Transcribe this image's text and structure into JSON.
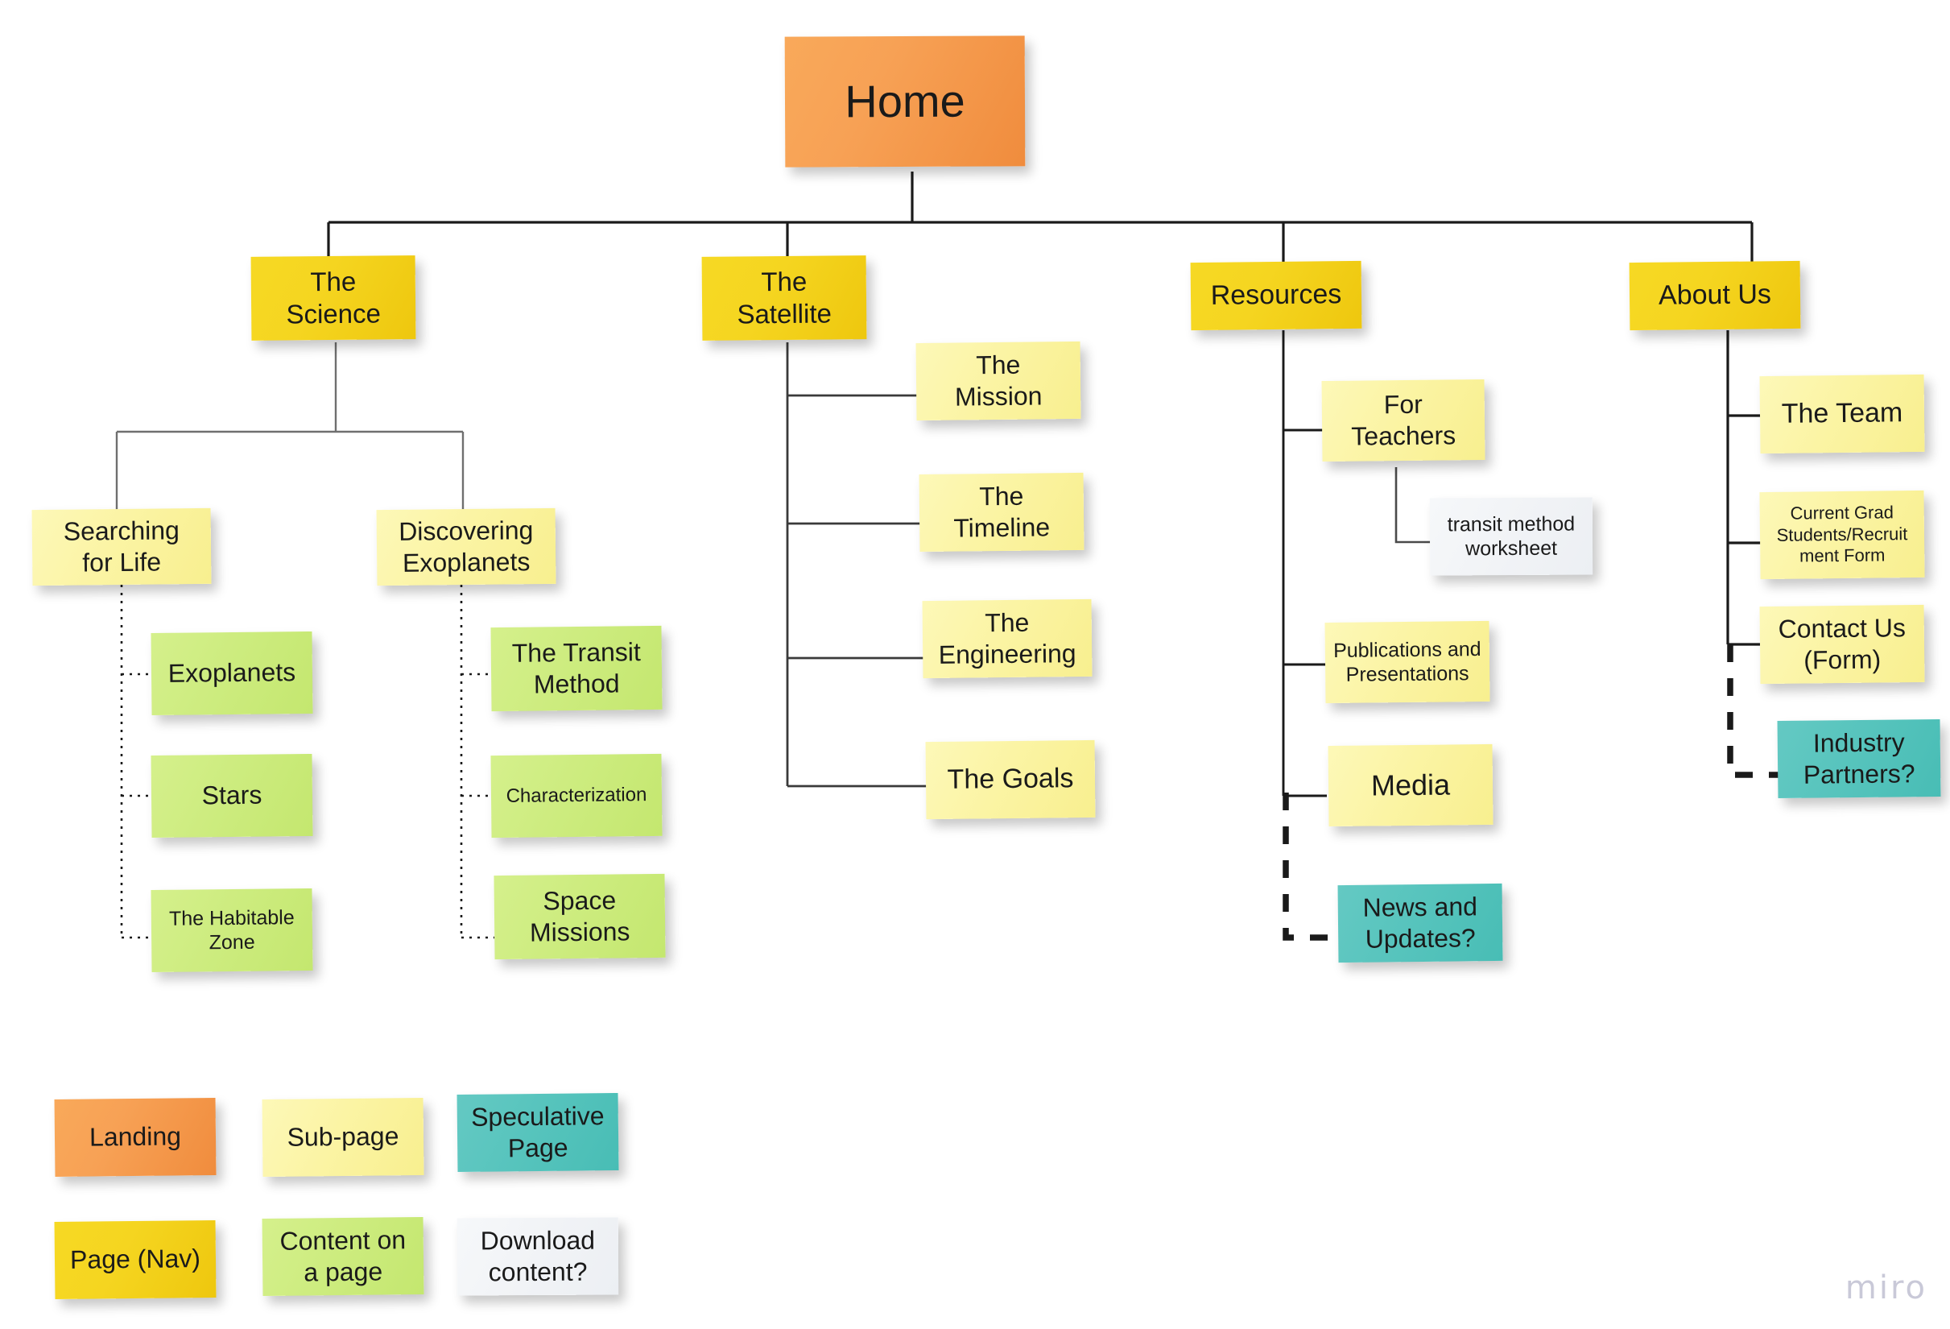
{
  "diagram": {
    "title_root": "Home",
    "watermark": "miro",
    "colors": {
      "landing": "#F7A155",
      "page_nav": "#F5D520",
      "sub_page": "#FBF4A4",
      "content_on_page": "#CDEC7F",
      "speculative": "#57C4BD",
      "download": "#F1F3F6",
      "wire_dark": "#1a1a1a",
      "wire_light": "#6f6f6f"
    }
  },
  "nodes": {
    "home": {
      "label": "Home",
      "type": "landing"
    },
    "the_science": {
      "label": "The\nScience",
      "type": "page_nav"
    },
    "the_satellite": {
      "label": "The\nSatellite",
      "type": "page_nav"
    },
    "resources": {
      "label": "Resources",
      "type": "page_nav"
    },
    "about_us": {
      "label": "About Us",
      "type": "page_nav"
    },
    "searching_for_life": {
      "label": "Searching\nfor Life",
      "type": "sub_page"
    },
    "discovering_exoplanets": {
      "label": "Discovering\nExoplanets",
      "type": "sub_page"
    },
    "exoplanets": {
      "label": "Exoplanets",
      "type": "content_on_page"
    },
    "stars": {
      "label": "Stars",
      "type": "content_on_page"
    },
    "habitable_zone": {
      "label": "The Habitable\nZone",
      "type": "content_on_page"
    },
    "transit_method": {
      "label": "The Transit\nMethod",
      "type": "content_on_page"
    },
    "characterization": {
      "label": "Characterization",
      "type": "content_on_page"
    },
    "space_missions": {
      "label": "Space\nMissions",
      "type": "content_on_page"
    },
    "the_mission": {
      "label": "The\nMission",
      "type": "sub_page"
    },
    "the_timeline": {
      "label": "The\nTimeline",
      "type": "sub_page"
    },
    "the_engineering": {
      "label": "The\nEngineering",
      "type": "sub_page"
    },
    "the_goals": {
      "label": "The Goals",
      "type": "sub_page"
    },
    "for_teachers": {
      "label": "For\nTeachers",
      "type": "sub_page"
    },
    "transit_method_worksheet": {
      "label": "transit method\nworksheet",
      "type": "download"
    },
    "publications_presentations": {
      "label": "Publications and\nPresentations",
      "type": "sub_page"
    },
    "media": {
      "label": "Media",
      "type": "sub_page"
    },
    "news_and_updates": {
      "label": "News and\nUpdates?",
      "type": "speculative"
    },
    "the_team": {
      "label": "The Team",
      "type": "sub_page"
    },
    "current_grad_students": {
      "label": "Current Grad\nStudents/Recruit\nment Form",
      "type": "sub_page"
    },
    "contact_us": {
      "label": "Contact Us\n(Form)",
      "type": "sub_page"
    },
    "industry_partners": {
      "label": "Industry\nPartners?",
      "type": "speculative"
    }
  },
  "legend": {
    "items": [
      {
        "label": "Landing",
        "type": "landing"
      },
      {
        "label": "Sub-page",
        "type": "sub_page"
      },
      {
        "label": "Speculative\nPage",
        "type": "speculative"
      },
      {
        "label": "Page (Nav)",
        "type": "page_nav"
      },
      {
        "label": "Content on\na page",
        "type": "content_on_page"
      },
      {
        "label": "Download\ncontent?",
        "type": "download"
      }
    ]
  }
}
